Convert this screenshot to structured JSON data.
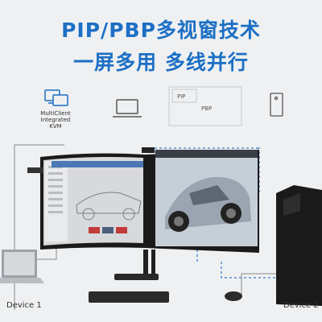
{
  "headline_line1": "PIP/PBP多视窗技术",
  "headline_line2": "一屏多用 多线并行",
  "kvm_label_line1": "MultiClient",
  "kvm_label_line2": "Integrated KVM",
  "pip_label": "PIP",
  "pbp_label": "PBP",
  "device1_label": "Device 1",
  "device2_label": "Device 2",
  "colors": {
    "title_blue": "#1c6fc4",
    "line_gray": "#a9abad",
    "dashed_blue": "#3d7ec6"
  }
}
